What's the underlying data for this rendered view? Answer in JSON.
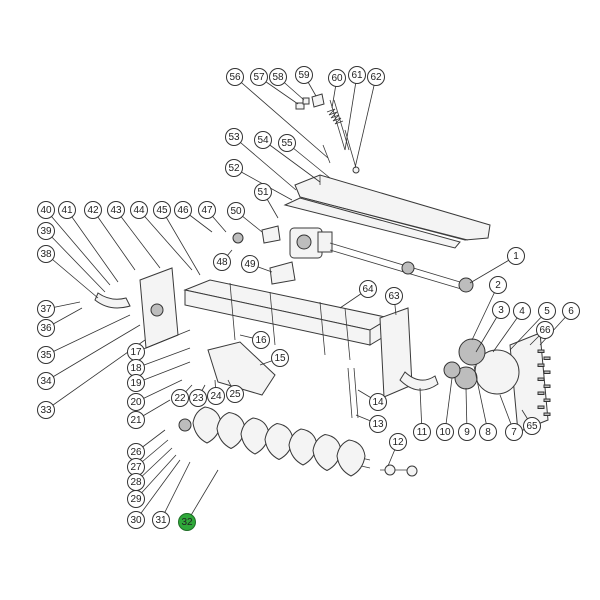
{
  "colors": {
    "highlight": "#2fa83a",
    "line": "#333333",
    "part_fill": "#f4f4f4"
  },
  "highlighted_callout": "32",
  "callouts": [
    "1",
    "2",
    "3",
    "4",
    "5",
    "6",
    "7",
    "8",
    "9",
    "10",
    "11",
    "12",
    "13",
    "14",
    "15",
    "16",
    "17",
    "18",
    "19",
    "20",
    "21",
    "22",
    "23",
    "24",
    "25",
    "26",
    "27",
    "28",
    "29",
    "30",
    "31",
    "32",
    "33",
    "34",
    "35",
    "36",
    "37",
    "38",
    "39",
    "40",
    "41",
    "42",
    "43",
    "44",
    "45",
    "46",
    "47",
    "48",
    "49",
    "50",
    "51",
    "52",
    "53",
    "54",
    "55",
    "56",
    "57",
    "58",
    "59",
    "60",
    "61",
    "62",
    "63",
    "64",
    "65",
    "66"
  ]
}
